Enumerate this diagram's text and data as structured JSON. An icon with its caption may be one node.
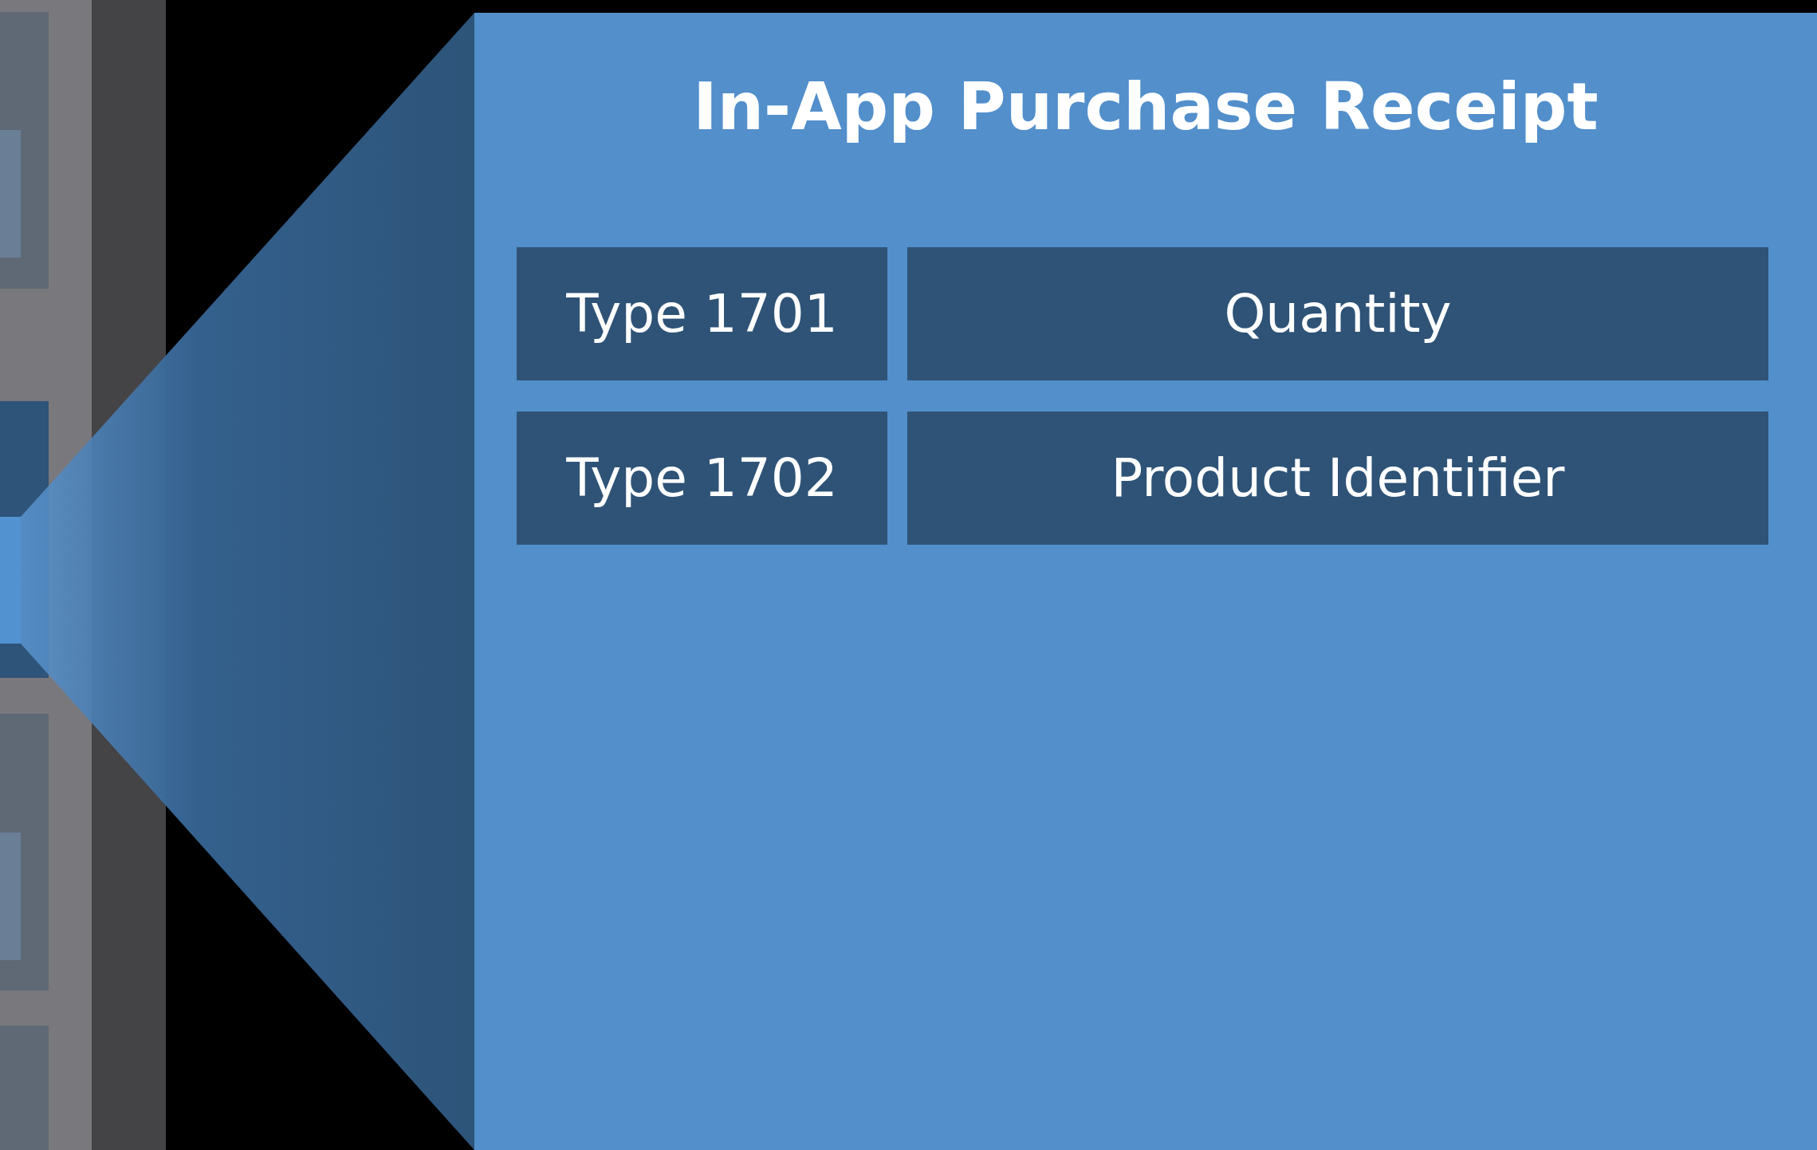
{
  "diagram": {
    "nodes": [
      {
        "text": [
          "In-App Purchase Receipt"
        ]
      },
      {
        "text": [
          "Type 1701"
        ],
        "in": 0
      },
      {
        "text": [
          "Quantity"
        ],
        "in": 0
      },
      {
        "text": [
          "Type 1702"
        ],
        "in": 0
      },
      {
        "text": [
          "Product Identifier"
        ],
        "in": 0
      }
    ],
    "edges": []
  }
}
